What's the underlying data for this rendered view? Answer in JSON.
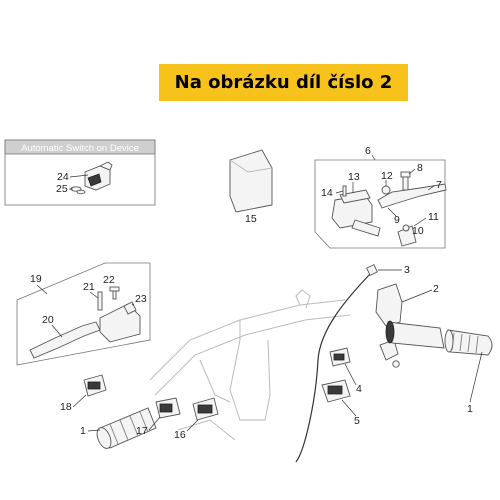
{
  "banner": {
    "text": "Na obrázku díl číslo 2",
    "color": "#f7c21c"
  },
  "box_header": {
    "text": "Automatic Switch on Device",
    "highlight_letters": [
      "A",
      "S",
      "D"
    ]
  },
  "labels": {
    "p1_left": "1",
    "p1_right": "1",
    "p2": "2",
    "p3": "3",
    "p4": "4",
    "p5": "5",
    "p6": "6",
    "p7": "7",
    "p8": "8",
    "p9": "9",
    "p10": "10",
    "p11": "11",
    "p12": "12",
    "p13": "13",
    "p14": "14",
    "p15": "15",
    "p16": "16",
    "p17": "17",
    "p18": "18",
    "p19": "19",
    "p20": "20",
    "p21": "21",
    "p22": "22",
    "p23": "23",
    "p24": "24",
    "p25": "25"
  }
}
